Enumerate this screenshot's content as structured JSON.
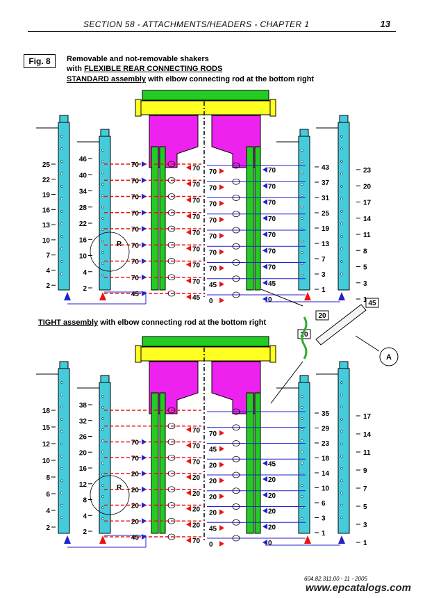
{
  "header": {
    "title": "SECTION 58 - ATTACHMENTS/HEADERS - CHAPTER 1",
    "page": "13"
  },
  "figure": {
    "label": "Fig. 8",
    "line1": "Removable and not-removable shakers",
    "line2a": "with ",
    "line2b": "FLEXIBLE REAR CONNECTING RODS",
    "std_a": "STANDARD assembly",
    "std_b": " with elbow connecting rod at the bottom right",
    "tight_a": "TIGHT assembly",
    "tight_b": " with elbow connecting rod at the bottom right"
  },
  "callouts": {
    "a": "A",
    "r": "R",
    "n20": "20",
    "n45": "45"
  },
  "standard": {
    "far_left": [
      "25",
      "22",
      "19",
      "16",
      "13",
      "10",
      "7",
      "4",
      "2"
    ],
    "inner_left": [
      "46",
      "40",
      "34",
      "28",
      "22",
      "16",
      "10",
      "4",
      "2"
    ],
    "left_arrows": [
      "70",
      "70",
      "70",
      "70",
      "70",
      "70",
      "70",
      "70",
      "45"
    ],
    "center_left": [
      "70",
      "70",
      "70",
      "70",
      "70",
      "70",
      "70",
      "70",
      "45"
    ],
    "center_right": [
      "70",
      "70",
      "70",
      "70",
      "70",
      "70",
      "70",
      "45",
      "0"
    ],
    "right_arrows": [
      "70",
      "70",
      "70",
      "70",
      "70",
      "70",
      "70",
      "45",
      "0"
    ],
    "inner_right": [
      "43",
      "37",
      "31",
      "25",
      "19",
      "13",
      "7",
      "3",
      "1"
    ],
    "far_right": [
      "23",
      "20",
      "17",
      "14",
      "11",
      "8",
      "5",
      "3",
      "1"
    ]
  },
  "tight": {
    "far_left": [
      "18",
      "15",
      "12",
      "10",
      "8",
      "6",
      "4",
      "2"
    ],
    "inner_left": [
      "38",
      "32",
      "26",
      "20",
      "16",
      "12",
      "8",
      "4",
      "2"
    ],
    "left_arrows": [
      "70",
      "70",
      "20",
      "20",
      "20",
      "20",
      "45"
    ],
    "center_left": [
      "70",
      "70",
      "70",
      "20",
      "20",
      "20",
      "20",
      "70"
    ],
    "center_right": [
      "70",
      "45",
      "20",
      "20",
      "20",
      "20",
      "45",
      "0"
    ],
    "right_arrows": [
      "45",
      "20",
      "20",
      "20",
      "20",
      "0"
    ],
    "inner_right": [
      "35",
      "29",
      "23",
      "18",
      "14",
      "10",
      "6",
      "3",
      "1"
    ],
    "far_right": [
      "17",
      "14",
      "11",
      "9",
      "7",
      "5",
      "3",
      "1"
    ]
  },
  "footer": {
    "code": "604.82.311.00 - 11 - 2005",
    "site": "www.epcatalogs.com"
  },
  "colors": {
    "green": "#22cc22",
    "yellow": "#ffff22",
    "magenta": "#ee22ee",
    "cyan": "#44ccdd",
    "red": "#ee1111",
    "blue": "#2222cc"
  }
}
